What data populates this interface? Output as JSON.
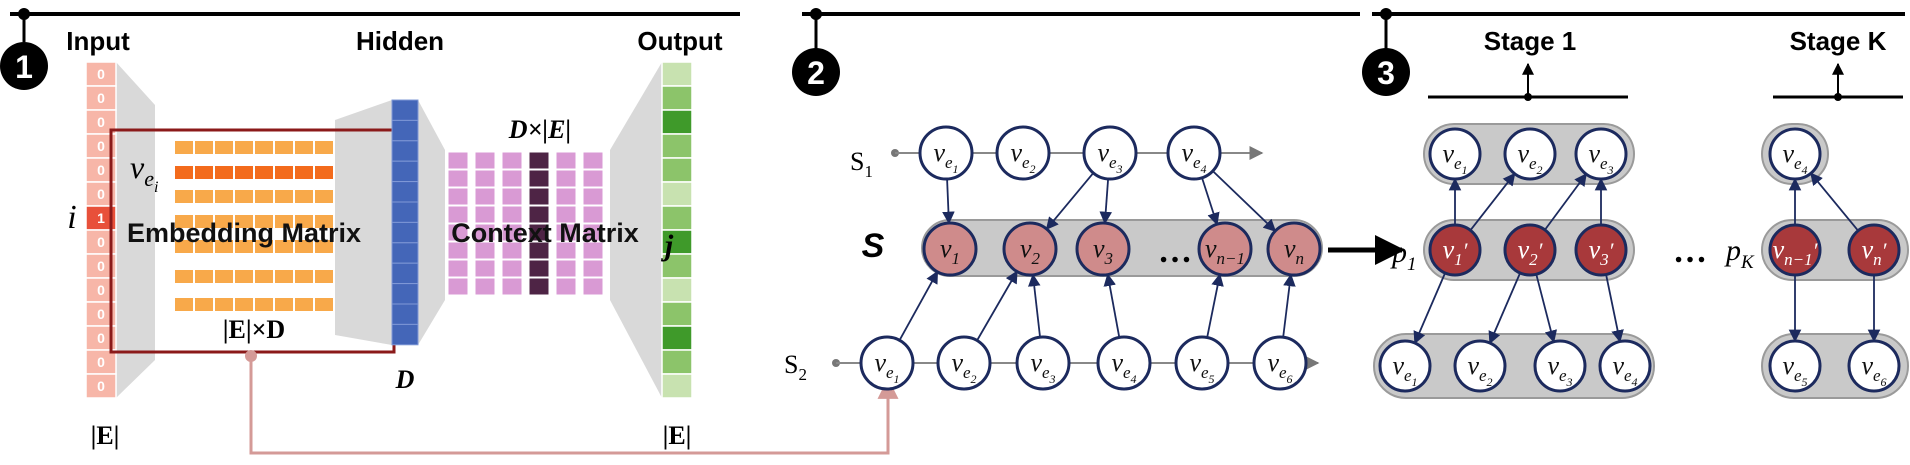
{
  "step_badges": [
    "1",
    "2",
    "3"
  ],
  "panel1": {
    "input_label": "Input",
    "hidden_label": "Hidden",
    "output_label": "Output",
    "input_vector": [
      "0",
      "0",
      "0",
      "0",
      "0",
      "0",
      "1",
      "0",
      "0",
      "0",
      "0",
      "0",
      "0",
      "0"
    ],
    "index_i": "i",
    "index_j": "j",
    "embedding_label": "Embedding Matrix",
    "context_label": "Context Matrix",
    "v_ei": "v",
    "v_ei_sub": "e",
    "v_ei_subsub": "i",
    "embedding_dim": "|E|×D",
    "context_dim": "D×|E|",
    "hidden_dim": "D",
    "input_size": "|E|",
    "output_size": "|E|"
  },
  "panel2": {
    "s1_label": "S",
    "s1_sub": "1",
    "s2_label": "S",
    "s2_sub": "2",
    "merged_label": "S",
    "s1_nodes": [
      {
        "base": "v",
        "sub": "e",
        "subsub": "1"
      },
      {
        "base": "v",
        "sub": "e",
        "subsub": "2"
      },
      {
        "base": "v",
        "sub": "e",
        "subsub": "3"
      },
      {
        "base": "v",
        "sub": "e",
        "subsub": "4"
      }
    ],
    "s_nodes": [
      {
        "base": "v",
        "sub": "1"
      },
      {
        "base": "v",
        "sub": "2"
      },
      {
        "base": "v",
        "sub": "3"
      },
      {
        "base": "v",
        "sub": "n−1"
      },
      {
        "base": "v",
        "sub": "n"
      }
    ],
    "ellipsis": "…",
    "s2_nodes": [
      {
        "base": "v",
        "sub": "e",
        "subsub": "1"
      },
      {
        "base": "v",
        "sub": "e",
        "subsub": "2"
      },
      {
        "base": "v",
        "sub": "e",
        "subsub": "3"
      },
      {
        "base": "v",
        "sub": "e",
        "subsub": "4"
      },
      {
        "base": "v",
        "sub": "e",
        "subsub": "5"
      },
      {
        "base": "v",
        "sub": "e",
        "subsub": "6"
      }
    ]
  },
  "panel3": {
    "stage1_label": "Stage 1",
    "stagek_label": "Stage K",
    "p1_label": "p",
    "p1_sub": "1",
    "pk_label": "p",
    "pk_sub": "K",
    "ellipsis": "…",
    "stage1_top": [
      {
        "base": "v",
        "sub": "e",
        "subsub": "1"
      },
      {
        "base": "v",
        "sub": "e",
        "subsub": "2"
      },
      {
        "base": "v",
        "sub": "e",
        "subsub": "3"
      }
    ],
    "stage1_mid": [
      {
        "base": "v",
        "sub": "1",
        "prime": "′"
      },
      {
        "base": "v",
        "sub": "2",
        "prime": "′"
      },
      {
        "base": "v",
        "sub": "3",
        "prime": "′"
      }
    ],
    "stage1_bot": [
      {
        "base": "v",
        "sub": "e",
        "subsub": "1"
      },
      {
        "base": "v",
        "sub": "e",
        "subsub": "2"
      },
      {
        "base": "v",
        "sub": "e",
        "subsub": "3"
      },
      {
        "base": "v",
        "sub": "e",
        "subsub": "4"
      }
    ],
    "stagek_top": [
      {
        "base": "v",
        "sub": "e",
        "subsub": "4"
      }
    ],
    "stagek_mid": [
      {
        "base": "v",
        "sub": "n−1",
        "prime": "′"
      },
      {
        "base": "v",
        "sub": "n",
        "prime": "′"
      }
    ],
    "stagek_bot": [
      {
        "base": "v",
        "sub": "e",
        "subsub": "5"
      },
      {
        "base": "v",
        "sub": "e",
        "subsub": "6"
      }
    ]
  },
  "colors": {
    "input_cell": "#f7b6a8",
    "input_hot": "#e8503a",
    "embedding_row": "#f8a94a",
    "embedding_hot": "#f36b1c",
    "matrix_border": "#8b1a1a",
    "hidden_vec": "#4466b8",
    "context_col": "#d99ad4",
    "context_hot": "#4e2445",
    "output_light": "#c8e2b0",
    "output_mid": "#8cc46a",
    "output_dark": "#3f9a2a",
    "funnel": "#d9d9d9",
    "node_stroke": "#1c2a5e",
    "merged_fill": "#cf8b8b",
    "stage_fill": "#a8393b",
    "pill": "#c9c9c9",
    "link_line": "#d49a97"
  }
}
